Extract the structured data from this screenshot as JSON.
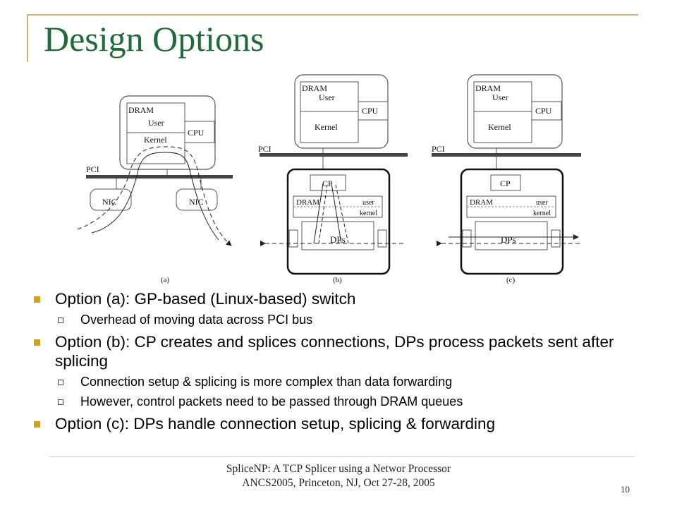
{
  "slide": {
    "title": "Design Options",
    "page_number": "10"
  },
  "figure": {
    "panel_a": {
      "dram": "DRAM",
      "user": "User",
      "kernel": "Kernel",
      "cpu": "CPU",
      "pci": "PCI",
      "nic_left": "NIC",
      "nic_right": "NIC",
      "caption": "(a)"
    },
    "panel_b": {
      "dram": "DRAM",
      "user": "User",
      "kernel": "Kernel",
      "cpu": "CPU",
      "pci": "PCI",
      "cp": "CP",
      "np_dram": "DRAM",
      "np_user": "user",
      "np_kernel": "kernel",
      "dps": "DPs",
      "caption": "(b)"
    },
    "panel_c": {
      "dram": "DRAM",
      "user": "User",
      "kernel": "Kernel",
      "cpu": "CPU",
      "pci": "PCI",
      "cp": "CP",
      "np_dram": "DRAM",
      "np_user": "user",
      "np_kernel": "kernel",
      "dps": "DPs",
      "caption": "(c)"
    }
  },
  "bullets": [
    {
      "text": "Option (a): GP-based (Linux-based) switch",
      "sub": [
        "Overhead of moving data across PCI bus"
      ]
    },
    {
      "text": "Option (b): CP creates and splices connections, DPs process packets sent after splicing",
      "sub": [
        "Connection setup & splicing is more complex than data forwarding",
        "However, control packets need to be passed through DRAM queues"
      ]
    },
    {
      "text": "Option (c): DPs handle connection setup, splicing & forwarding",
      "sub": []
    }
  ],
  "footer": {
    "line1": "SpliceNP: A TCP Splicer using a Networ Processor",
    "line2": "ANCS2005, Princeton, NJ, Oct 27-28, 2005"
  }
}
